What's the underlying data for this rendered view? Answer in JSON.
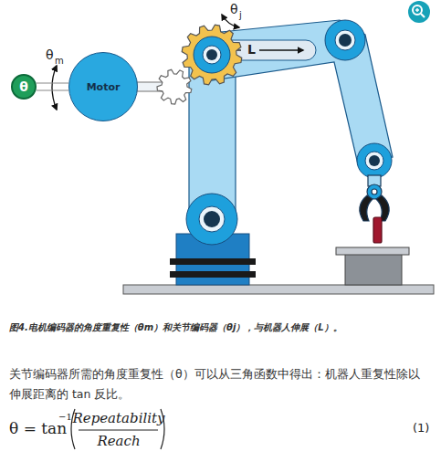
{
  "diagram": {
    "caption": "图4.电机编码器的角度重复性（θm）和关节编码器（θj），与机器人伸展（L）。",
    "nodes": [
      {
        "text": [
          "θ"
        ]
      },
      {
        "text": [
          "Motor"
        ]
      }
    ],
    "edges": [
      {
        "from": 0,
        "to": 1,
        "arrow": "none"
      }
    ],
    "labels": [
      "θ",
      "m",
      "θ",
      "j",
      "L",
      "关节编码器所需的角度重复性（θ）可以从三角函数中得出：机器人重复性除以伸展距离的 tan 反比。",
      "θ = tan",
      "−1",
      "Repeatability",
      "Reach",
      "(1)"
    ]
  }
}
